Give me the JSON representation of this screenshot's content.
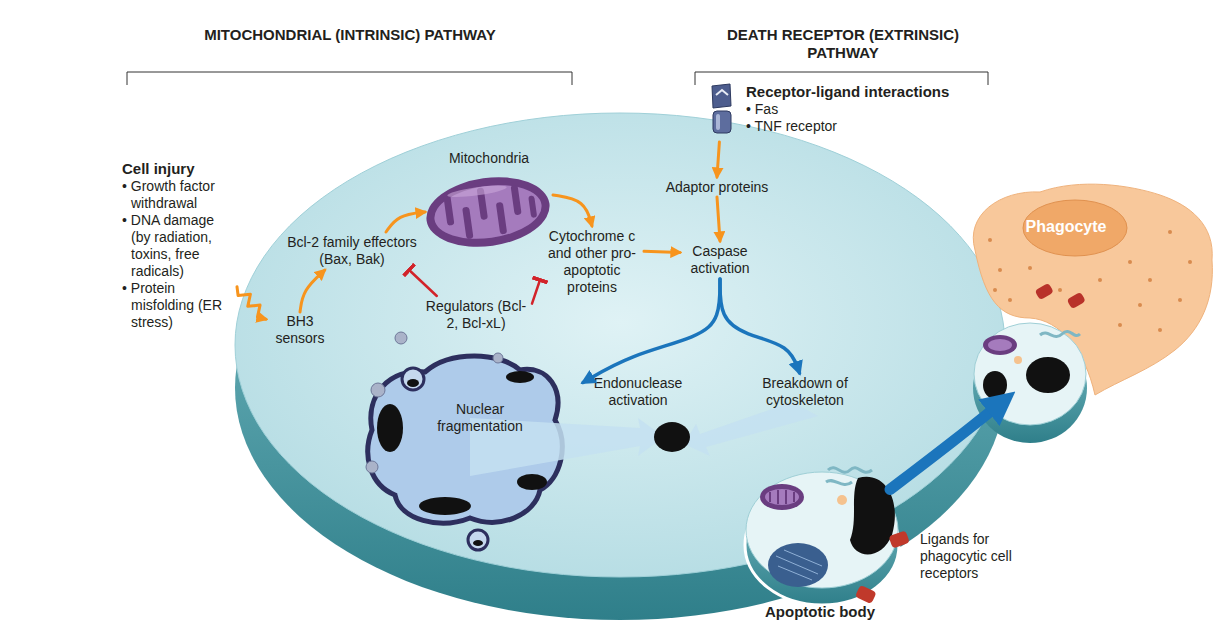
{
  "diagram": {
    "nodes": [
      {
        "text": [
          "Cell injury",
          "• Growth factor withdrawal",
          "• DNA damage (by radiation, toxins, free radicals)",
          "• Protein misfolding (ER stress)"
        ]
      },
      {
        "text": [
          "BH3 sensors"
        ]
      },
      {
        "text": [
          "Bcl-2 family effectors (Bax, Bak)"
        ]
      },
      {
        "text": [
          "Mitochondria"
        ]
      },
      {
        "text": [
          "Cytochrome c and other pro-apoptotic proteins"
        ]
      },
      {
        "text": [
          "Regulators (Bcl-2, Bcl-xL)"
        ]
      },
      {
        "text": [
          "Receptor-ligand interactions",
          "• Fas",
          "• TNF receptor"
        ]
      },
      {
        "text": [
          "Adaptor proteins"
        ]
      },
      {
        "text": [
          "Caspase activation"
        ]
      },
      {
        "text": [
          "Endonuclease activation"
        ]
      },
      {
        "text": [
          "Breakdown of cytoskeleton"
        ]
      },
      {
        "text": [
          "Nuclear fragmentation"
        ]
      },
      {
        "text": [
          "Apoptotic body"
        ]
      },
      {
        "text": [
          "Phagocyte"
        ]
      }
    ],
    "edges": [
      {
        "from": 0,
        "to": 1,
        "arrow": "to"
      },
      {
        "from": 1,
        "to": 2,
        "arrow": "to"
      },
      {
        "from": 2,
        "to": 3,
        "arrow": "to"
      },
      {
        "from": 3,
        "to": 4,
        "arrow": "to"
      },
      {
        "from": 5,
        "to": 2,
        "arrow": "to"
      },
      {
        "from": 5,
        "to": 4,
        "arrow": "to"
      },
      {
        "from": 4,
        "to": 8,
        "arrow": "to"
      },
      {
        "from": 6,
        "to": 7,
        "arrow": "to"
      },
      {
        "from": 7,
        "to": 8,
        "arrow": "to"
      },
      {
        "from": 8,
        "to": 9,
        "arrow": "to"
      },
      {
        "from": 8,
        "to": 10,
        "arrow": "to"
      },
      {
        "from": 12,
        "to": 13,
        "arrow": "to"
      }
    ],
    "labels": [
      "MITOCHONDRIAL (INTRINSIC) PATHWAY",
      "DEATH RECEPTOR (EXTRINSIC) PATHWAY",
      "Ligands for phagocytic cell receptors"
    ]
  }
}
